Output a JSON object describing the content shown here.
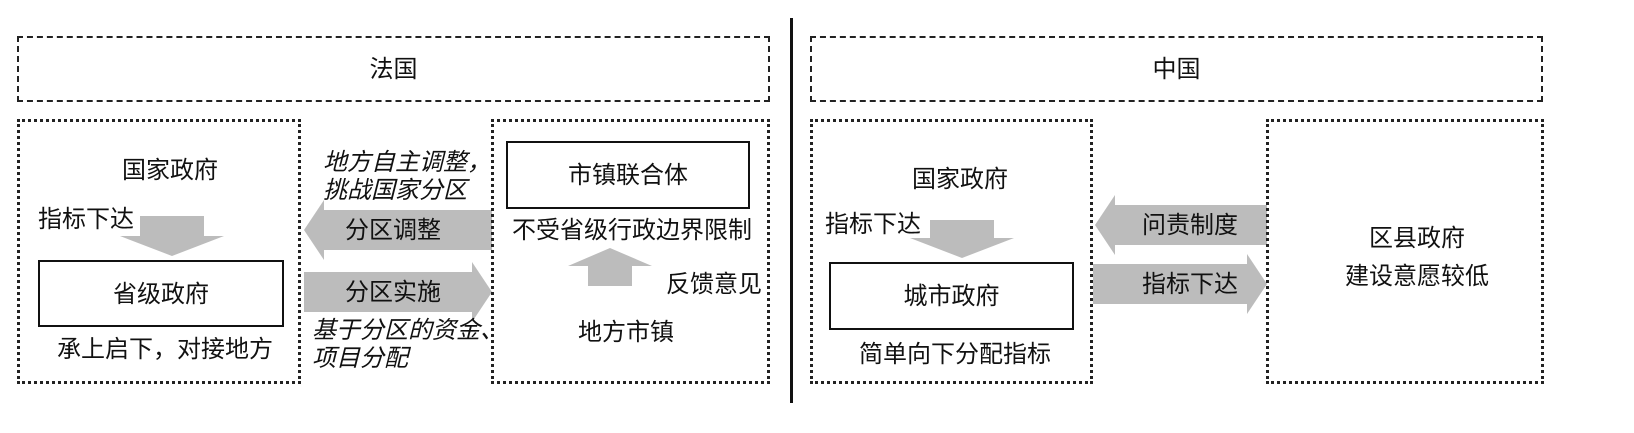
{
  "france": {
    "header": "法国",
    "national_gov": "国家政府",
    "indicator_down": "指标下达",
    "provincial_gov": "省级政府",
    "provincial_role": "承上启下，对接地方",
    "local_feedback_line1": "地方自主调整，",
    "local_feedback_line2": "挑战国家分区",
    "zoning_adjust": "分区调整",
    "zoning_implement": "分区实施",
    "funding_line1": "基于分区的资金、",
    "funding_line2": "项目分配",
    "municipal_union": "市镇联合体",
    "no_boundary_limit": "不受省级行政边界限制",
    "feedback": "反馈意见",
    "local_towns": "地方市镇"
  },
  "china": {
    "header": "中国",
    "national_gov": "国家政府",
    "indicator_down": "指标下达",
    "city_gov": "城市政府",
    "simple_allocation": "简单向下分配指标",
    "accountability": "问责制度",
    "indicator_down_right": "指标下达",
    "district_gov": "区县政府",
    "low_willingness": "建设意愿较低"
  },
  "colors": {
    "arrow": "#bcbcbc",
    "line": "#111111"
  }
}
